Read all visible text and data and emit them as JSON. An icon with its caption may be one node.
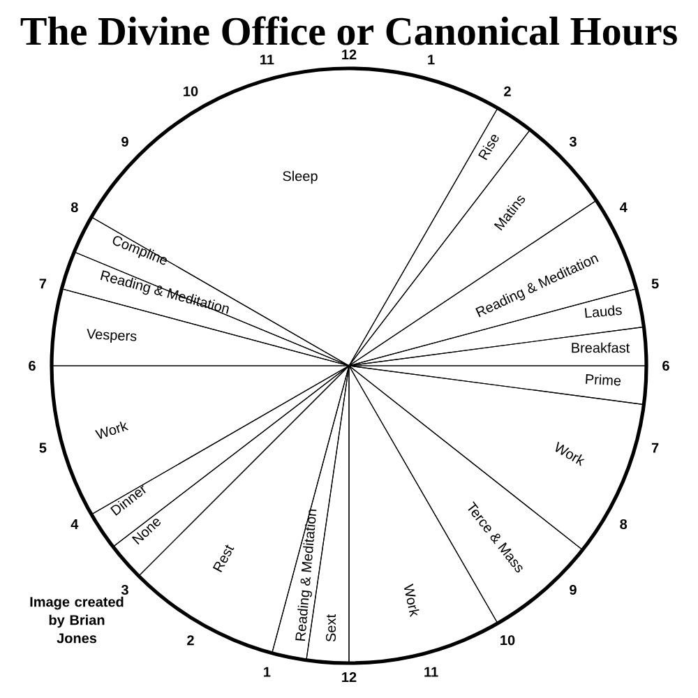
{
  "diagram": {
    "title": "The Divine Office or Canonical Hours",
    "nodes": [
      {
        "text": [
          "Sleep"
        ]
      },
      {
        "text": [
          "Rise"
        ]
      },
      {
        "text": [
          "Matins"
        ]
      },
      {
        "text": [
          "Reading & Meditation"
        ]
      },
      {
        "text": [
          "Lauds"
        ]
      },
      {
        "text": [
          "Breakfast"
        ]
      },
      {
        "text": [
          "Prime"
        ]
      },
      {
        "text": [
          "Work"
        ]
      },
      {
        "text": [
          "Terce & Mass"
        ]
      },
      {
        "text": [
          "Work"
        ]
      },
      {
        "text": [
          "Sext"
        ]
      },
      {
        "text": [
          "Reading & Meditation"
        ]
      },
      {
        "text": [
          "Rest"
        ]
      },
      {
        "text": [
          "None"
        ]
      },
      {
        "text": [
          "Dinner"
        ]
      },
      {
        "text": [
          "Work"
        ]
      },
      {
        "text": [
          "Vespers"
        ]
      },
      {
        "text": [
          "Reading & Meditation"
        ]
      },
      {
        "text": [
          "Compline"
        ]
      }
    ],
    "labels": [
      "12",
      "1",
      "2",
      "3",
      "4",
      "5",
      "6",
      "7",
      "8",
      "9",
      "10",
      "11",
      "12",
      "1",
      "2",
      "3",
      "4",
      "5",
      "6",
      "7",
      "8",
      "9",
      "10",
      "11",
      "Image created by Brian Jones"
    ]
  }
}
